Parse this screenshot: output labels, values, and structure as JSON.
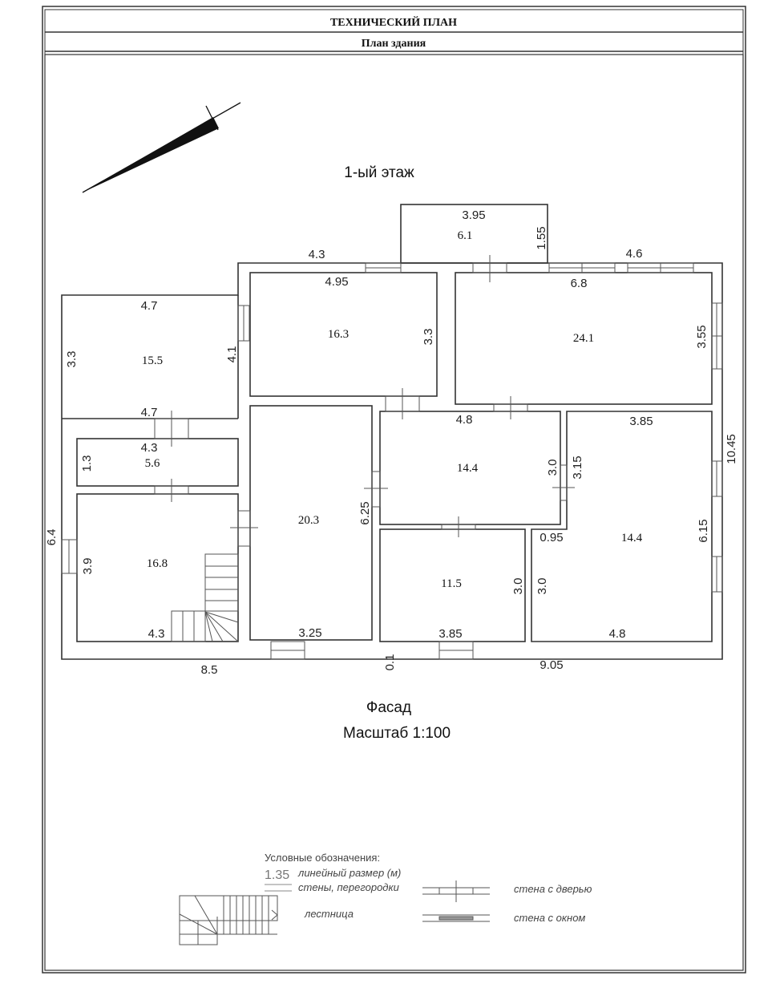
{
  "header": {
    "title": "ТЕХНИЧЕСКИЙ ПЛАН",
    "subtitle": "План здания"
  },
  "plan": {
    "floor_label": "1-ый этаж",
    "facade_label": "Фасад",
    "scale_label": "Масштаб 1:100",
    "rooms": [
      {
        "area": "6.1"
      },
      {
        "area": "16.3"
      },
      {
        "area": "24.1"
      },
      {
        "area": "15.5"
      },
      {
        "area": "5.6"
      },
      {
        "area": "14.4"
      },
      {
        "area": "20.3"
      },
      {
        "area": "14.4"
      },
      {
        "area": "16.8"
      },
      {
        "area": "11.5"
      }
    ],
    "dimensions": [
      "3.95",
      "1.55",
      "4.3",
      "4.6",
      "4.95",
      "6.8",
      "4.7",
      "3.3",
      "3.55",
      "3.3",
      "4.1",
      "4.7",
      "4.8",
      "3.85",
      "10.45",
      "4.3",
      "1.3",
      "3.0",
      "3.15",
      "6.25",
      "0.95",
      "6.15",
      "6.4",
      "3.9",
      "3.0",
      "3.0",
      "4.3",
      "3.25",
      "3.85",
      "4.8",
      "8.5",
      "0.1",
      "9.05"
    ]
  },
  "legend": {
    "title": "Условные обозначения:",
    "sample_dimension": "1.35",
    "linear_size": "линейный размер (м)",
    "walls": "стены, перегородки",
    "stairs": "лестница",
    "wall_door": "стена с дверью",
    "wall_window": "стена с окном"
  }
}
